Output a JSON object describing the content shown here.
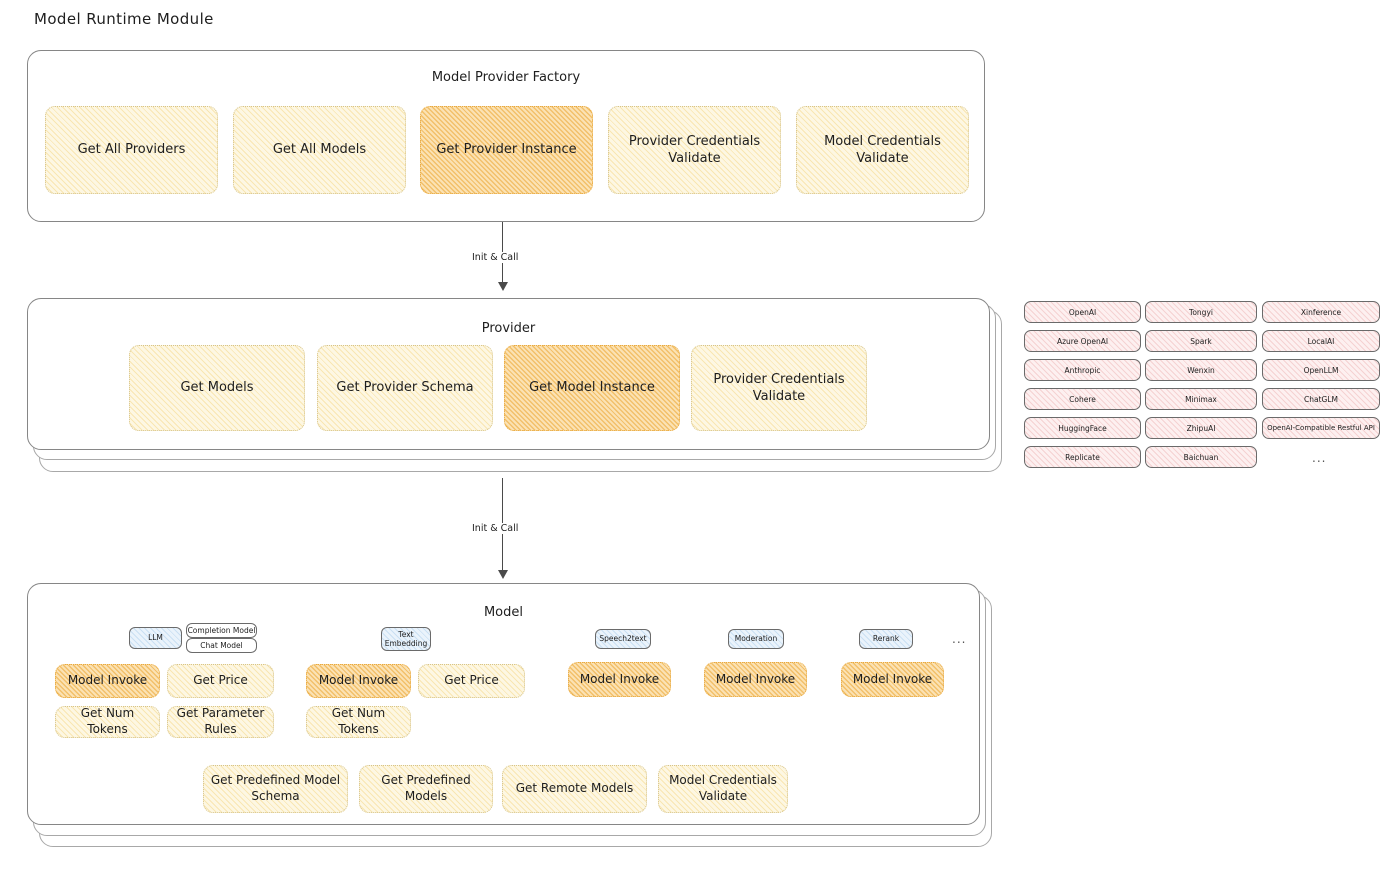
{
  "page": {
    "title": "Model Runtime Module"
  },
  "factory": {
    "title": "Model Provider Factory",
    "nodes": [
      {
        "label": "Get All Providers",
        "highlight": false
      },
      {
        "label": "Get All Models",
        "highlight": false
      },
      {
        "label": "Get Provider Instance",
        "highlight": true
      },
      {
        "label": "Provider Credentials Validate",
        "highlight": false
      },
      {
        "label": "Model Credentials Validate",
        "highlight": false
      }
    ]
  },
  "arrows": [
    {
      "label": "Init & Call"
    },
    {
      "label": "Init & Call"
    }
  ],
  "provider": {
    "title": "Provider",
    "nodes": [
      {
        "label": "Get Models",
        "highlight": false
      },
      {
        "label": "Get Provider Schema",
        "highlight": false
      },
      {
        "label": "Get Model Instance",
        "highlight": true
      },
      {
        "label": "Provider Credentials Validate",
        "highlight": false
      }
    ]
  },
  "provider_list": {
    "columns": [
      {
        "items": [
          "OpenAI",
          "Azure OpenAI",
          "Anthropic",
          "Cohere",
          "HuggingFace",
          "Replicate"
        ]
      },
      {
        "items": [
          "Tongyi",
          "Spark",
          "Wenxin",
          "Minimax",
          "ZhipuAI",
          "Baichuan"
        ]
      },
      {
        "items": [
          "Xinference",
          "LocalAI",
          "OpenLLM",
          "ChatGLM",
          "OpenAI-Compatible Restful API"
        ]
      }
    ],
    "more": "..."
  },
  "model": {
    "title": "Model",
    "more": "...",
    "types": [
      {
        "badge": "LLM",
        "badge_style": "blue",
        "subtags": [
          "Completion Model",
          "Chat Model"
        ],
        "methods": [
          "Model Invoke",
          "Get Price",
          "Get Num Tokens",
          "Get Parameter Rules"
        ]
      },
      {
        "badge": "Text Embedding",
        "badge_style": "blue",
        "subtags": [],
        "methods": [
          "Model Invoke",
          "Get Price",
          "Get Num Tokens"
        ]
      },
      {
        "badge": "Speech2text",
        "badge_style": "blue",
        "subtags": [],
        "methods": [
          "Model Invoke"
        ]
      },
      {
        "badge": "Moderation",
        "badge_style": "blue",
        "subtags": [],
        "methods": [
          "Model Invoke"
        ]
      },
      {
        "badge": "Rerank",
        "badge_style": "blue",
        "subtags": [],
        "methods": [
          "Model Invoke"
        ]
      }
    ],
    "shared_methods": [
      "Get Predefined Model Schema",
      "Get Predefined Models",
      "Get Remote Models",
      "Model Credentials Validate"
    ]
  },
  "colors": {
    "node_fill": "#fdf7e3",
    "node_highlight_fill": "#fbe2b4",
    "provider_chip_fill": "#fdf0f0",
    "model_badge_fill": "#eaf3fb",
    "stroke": "#1e1e1e"
  }
}
